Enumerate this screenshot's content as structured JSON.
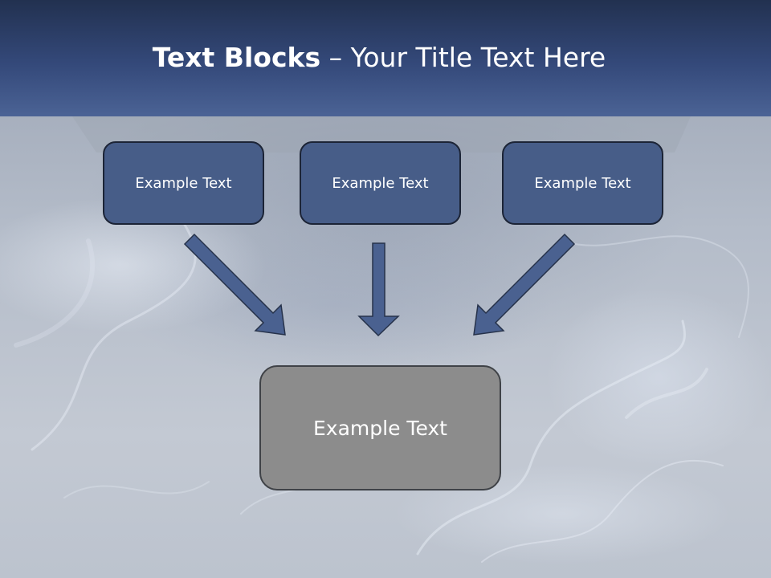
{
  "slide": {
    "title_bold": "Text Blocks",
    "title_dash": " – ",
    "title_rest": "Your Title Text Here"
  },
  "blocks": [
    {
      "label": "Example Text"
    },
    {
      "label": "Example Text"
    },
    {
      "label": "Example Text"
    }
  ],
  "result_block": {
    "label": "Example Text"
  },
  "colors": {
    "header": "#34497a",
    "small_box_fill": "#475d88",
    "big_box_fill": "#8c8c8c",
    "arrow_fill": "#4a6190"
  }
}
